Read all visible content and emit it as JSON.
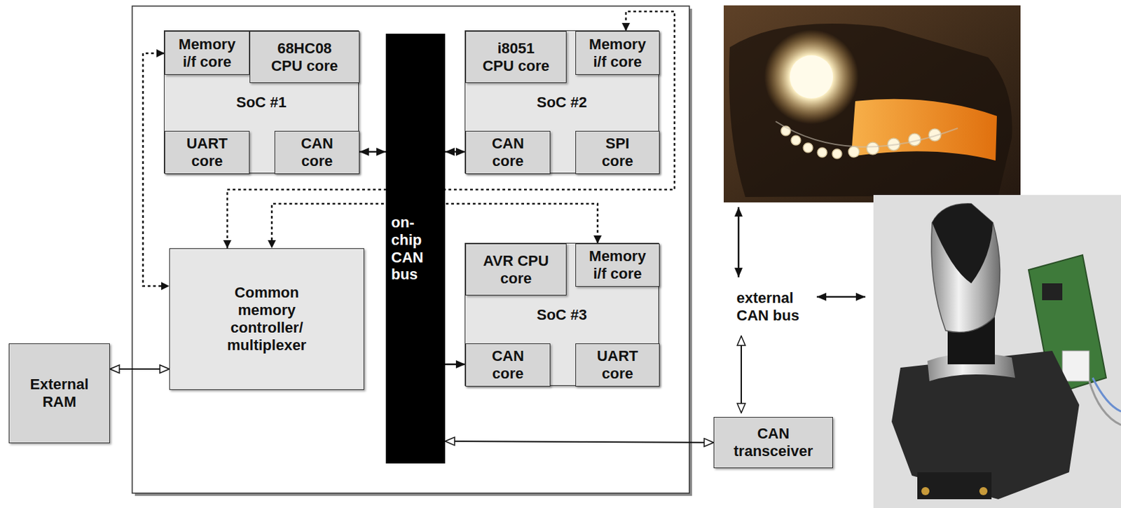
{
  "diagram": {
    "nodes": [
      {
        "text": [
          "SoC #1"
        ]
      },
      {
        "text": [
          "Memory i/f core"
        ],
        "in": 0
      },
      {
        "text": [
          "68HC08 CPU core"
        ],
        "in": 0
      },
      {
        "text": [
          "UART core"
        ],
        "in": 0
      },
      {
        "text": [
          "CAN core"
        ],
        "in": 0
      },
      {
        "text": [
          "on-chip CAN bus"
        ]
      },
      {
        "text": [
          "SoC #2"
        ]
      },
      {
        "text": [
          "i8051 CPU core"
        ],
        "in": 6
      },
      {
        "text": [
          "Memory i/f core"
        ],
        "in": 6
      },
      {
        "text": [
          "CAN core"
        ],
        "in": 6
      },
      {
        "text": [
          "SPI core"
        ],
        "in": 6
      },
      {
        "text": [
          "Common memory controller/ multiplexer"
        ]
      },
      {
        "text": [
          "SoC #3"
        ]
      },
      {
        "text": [
          "AVR CPU core"
        ],
        "in": 12
      },
      {
        "text": [
          "Memory i/f core"
        ],
        "in": 12
      },
      {
        "text": [
          "CAN core"
        ],
        "in": 12
      },
      {
        "text": [
          "UART core"
        ],
        "in": 12
      },
      {
        "text": [
          "External RAM"
        ]
      },
      {
        "text": [
          "CAN transceiver"
        ]
      }
    ],
    "edges": [
      {
        "from": 4,
        "to": 5,
        "arrow": "both"
      },
      {
        "from": 5,
        "to": 9,
        "arrow": "both"
      },
      {
        "from": 5,
        "to": 15,
        "arrow": "to"
      },
      {
        "from": 5,
        "to": 18,
        "arrow": "both"
      },
      {
        "from": 17,
        "to": 11,
        "arrow": "both"
      },
      {
        "from": 1,
        "to": 11,
        "arrow": "both"
      },
      {
        "from": 8,
        "to": 11,
        "arrow": "both"
      },
      {
        "from": 14,
        "to": 11,
        "arrow": "both"
      }
    ],
    "labels": [
      "external CAN bus"
    ]
  }
}
